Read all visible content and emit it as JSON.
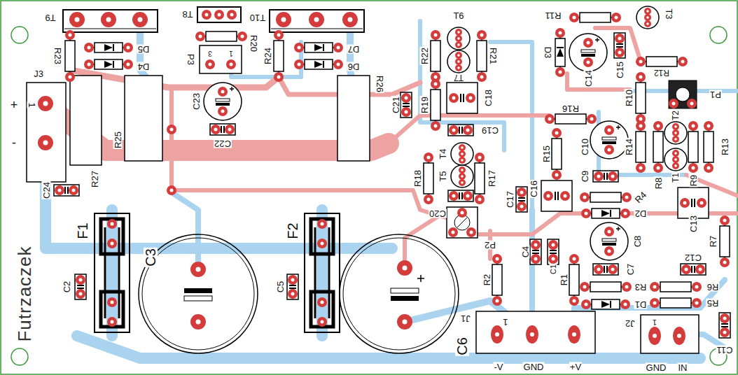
{
  "diagram": {
    "labels": [
      "J3",
      "+",
      "1",
      "-",
      "T9",
      "R23",
      "D5",
      "D4",
      "T8",
      "R20",
      "P3",
      "3",
      "1",
      "C23",
      "C22",
      "T10",
      "R24",
      "D7",
      "D6",
      "R26",
      "R25",
      "R27",
      "C24",
      "F1",
      "C3",
      "C2",
      "F2",
      "C5",
      "Futrzaczek",
      "T6",
      "R22",
      "R21",
      "T7",
      "C21",
      "R19",
      "C18",
      "C19",
      "T4",
      "T5",
      "R18",
      "R17",
      "C20",
      "P2",
      "R11",
      "D3",
      "C14",
      "C15",
      "T3",
      "R12",
      "P1",
      "R10",
      "R16",
      "C10",
      "R15",
      "C16",
      "C17",
      "R14",
      "R8",
      "T2",
      "R9",
      "R13",
      "T1",
      "C9",
      "R4",
      "D2",
      "C13",
      "C8",
      "C4",
      "C1",
      "C7",
      "C12",
      "R7",
      "R2",
      "R1",
      "R3",
      "D1",
      "R6",
      "R5",
      "C11",
      "J1",
      "1",
      "-V",
      "GND",
      "+V",
      "C6",
      "J2",
      "1",
      "GND",
      "IN"
    ]
  }
}
